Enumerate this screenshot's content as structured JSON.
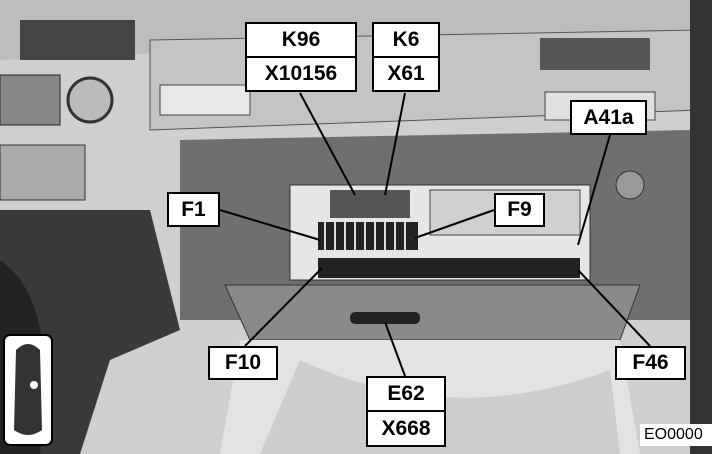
{
  "figure_code": "EO0000",
  "labels": {
    "k96": "K96",
    "x10156": "X10156",
    "k6": "K6",
    "x61": "X61",
    "a41a": "A41a",
    "f1": "F1",
    "f9": "F9",
    "f10": "F10",
    "f46": "F46",
    "e62": "E62",
    "x668": "X668"
  }
}
